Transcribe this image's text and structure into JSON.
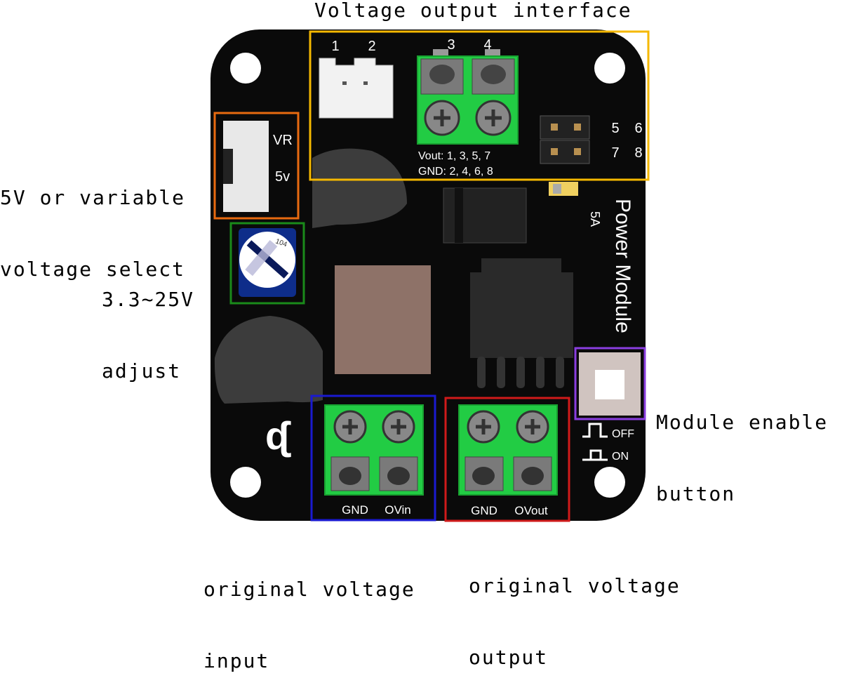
{
  "callouts": {
    "voltage_output_interface": "Voltage output interface",
    "select_line1": "5V or variable",
    "select_line2": "voltage select",
    "adjust_line1": "3.3~25V",
    "adjust_line2": "adjust",
    "enable_line1": "Module enable",
    "enable_line2": "button",
    "input_line1": "original voltage",
    "input_line2": "input",
    "output_line1": "original voltage",
    "output_line2": "output"
  },
  "board": {
    "title": "Power Module",
    "fuse_label": "5A",
    "pin1": "1",
    "pin2": "2",
    "pin3": "3",
    "pin4": "4",
    "pin5": "5",
    "pin6": "6",
    "pin7": "7",
    "pin8": "8",
    "vout_pins": "Vout: 1, 3, 5, 7",
    "gnd_pins": "GND: 2, 4, 6, 8",
    "switch_vr": "VR",
    "switch_5v": "5v",
    "pot_code": "104",
    "in_gnd": "GND",
    "in_ovin": "OVin",
    "out_gnd": "GND",
    "out_ovout": "OVout",
    "btn_off": "OFF",
    "btn_on": "ON",
    "logo": "ᶑ"
  },
  "colors": {
    "board": "#0a0a0a",
    "terminal_green": "#22cc44",
    "output_box": "#f5b800",
    "select_box": "#e86a10",
    "adjust_box": "#1a8a1a",
    "enable_box": "#8a3ee0",
    "input_box": "#1a1ad0",
    "orig_output_box": "#d01a1a"
  }
}
